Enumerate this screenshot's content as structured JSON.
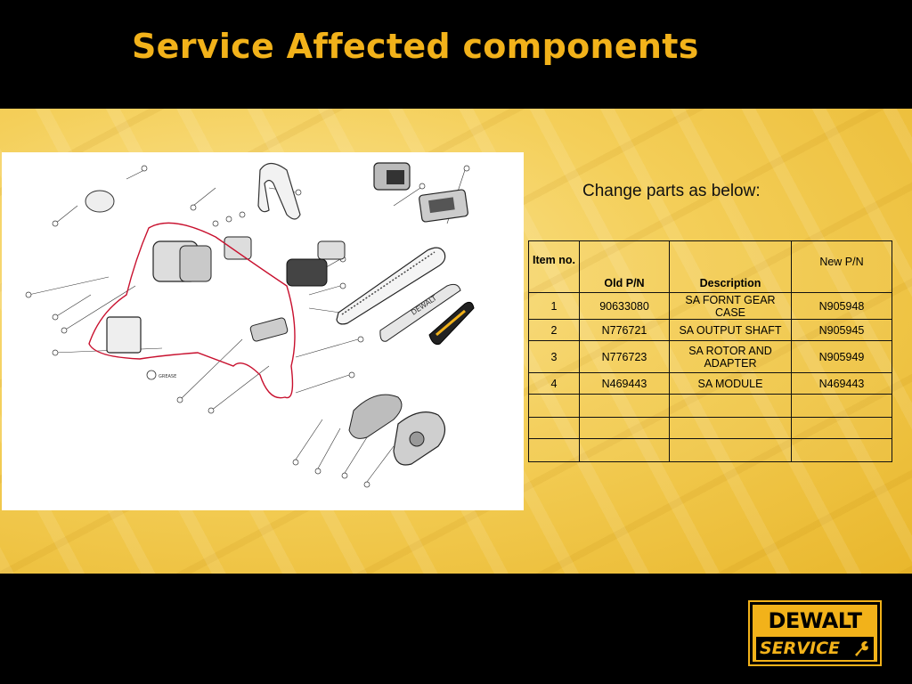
{
  "header": {
    "title": "Service Affected components"
  },
  "note": "Change parts as below:",
  "table": {
    "headers": {
      "item": "Item no.",
      "old": "Old P/N",
      "desc": "Description",
      "new": "New P/N"
    },
    "rows": [
      {
        "item": "1",
        "old": "90633080",
        "desc": "SA FORNT GEAR CASE",
        "new": "N905948"
      },
      {
        "item": "2",
        "old": "N776721",
        "desc": "SA OUTPUT SHAFT",
        "new": "N905945"
      },
      {
        "item": "3",
        "old": "N776723",
        "desc": "SA ROTOR AND ADAPTER",
        "new": "N905949"
      },
      {
        "item": "4",
        "old": "N469443",
        "desc": "SA MODULE",
        "new": "N469443"
      }
    ]
  },
  "diagram": {
    "legend_text": "GREASE",
    "chain_bar_text": "DEWALT"
  },
  "logo": {
    "top": "DEWALT",
    "bottom": "SERVICE"
  },
  "colors": {
    "brand_yellow": "#f2b21a",
    "highlight_red": "#c8102e"
  }
}
